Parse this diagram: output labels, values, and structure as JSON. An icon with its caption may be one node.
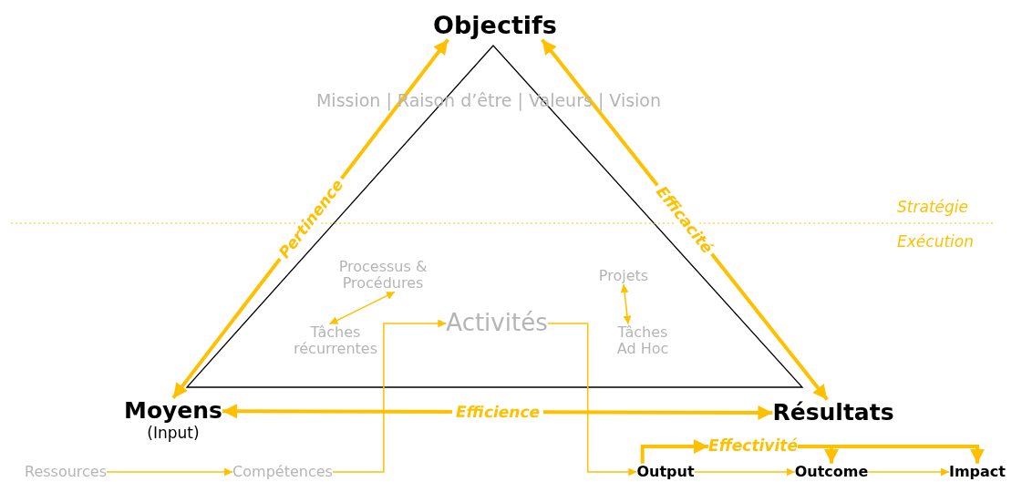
{
  "diagram": {
    "nodes": [
      {
        "text": [
          "Objectifs"
        ]
      },
      {
        "text": [
          "Moyens",
          "(Input)"
        ]
      },
      {
        "text": [
          "Résultats"
        ]
      },
      {
        "text": [
          "Mission | Raison d’être | Valeurs | Vision"
        ]
      },
      {
        "text": [
          "Processus & Procédures"
        ]
      },
      {
        "text": [
          "Tâches récurrentes"
        ]
      },
      {
        "text": [
          "Activités"
        ]
      },
      {
        "text": [
          "Projets"
        ]
      },
      {
        "text": [
          "Tâches Ad Hoc"
        ]
      },
      {
        "text": [
          "Ressources"
        ]
      },
      {
        "text": [
          "Compétences"
        ]
      },
      {
        "text": [
          "Output"
        ]
      },
      {
        "text": [
          "Outcome"
        ]
      },
      {
        "text": [
          "Impact"
        ]
      },
      {
        "text": [
          "Effectivité"
        ]
      }
    ],
    "edges": [
      {
        "from": 1,
        "to": 0,
        "arrow": "both",
        "label": "Pertinence",
        "style": "thick"
      },
      {
        "from": 0,
        "to": 2,
        "arrow": "both",
        "label": "Efficacité",
        "style": "thick"
      },
      {
        "from": 1,
        "to": 2,
        "arrow": "both",
        "label": "Efficience",
        "style": "thick"
      },
      {
        "from": 4,
        "to": 5,
        "arrow": "both"
      },
      {
        "from": 7,
        "to": 8,
        "arrow": "both"
      },
      {
        "from": 9,
        "to": 10,
        "arrow": "to"
      },
      {
        "from": 10,
        "to": 6,
        "arrow": "to"
      },
      {
        "from": 6,
        "to": 11,
        "arrow": "to"
      },
      {
        "from": 11,
        "to": 12,
        "arrow": "to"
      },
      {
        "from": 12,
        "to": 13,
        "arrow": "to"
      },
      {
        "from": 11,
        "to": 14,
        "arrow": "to",
        "style": "thick"
      },
      {
        "from": 14,
        "to": 12,
        "arrow": "to",
        "style": "thick"
      },
      {
        "from": 14,
        "to": 13,
        "arrow": "to",
        "style": "thick"
      }
    ],
    "labels": [
      "Stratégie",
      "Exécution"
    ]
  }
}
